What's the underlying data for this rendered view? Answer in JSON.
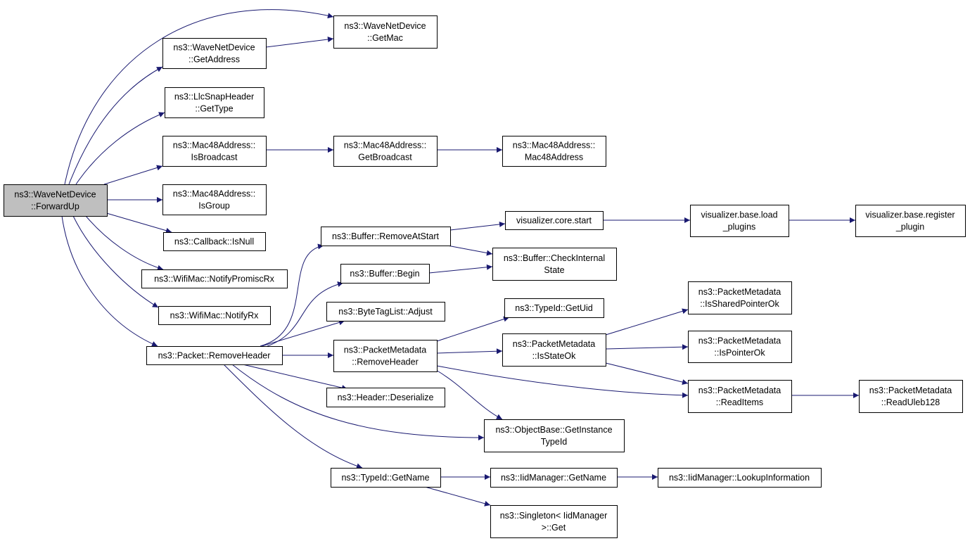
{
  "colors": {
    "edge": "#191970",
    "root_fill": "#bfbfbf",
    "node_fill": "#ffffff",
    "border": "#000000"
  },
  "nodes": {
    "forwardup": [
      "ns3::WaveNetDevice",
      "::ForwardUp"
    ],
    "getmac": [
      "ns3::WaveNetDevice",
      "::GetMac"
    ],
    "getaddress": [
      "ns3::WaveNetDevice",
      "::GetAddress"
    ],
    "llcgettype": [
      "ns3::LlcSnapHeader",
      "::GetType"
    ],
    "isbroadcast": [
      "ns3::Mac48Address::",
      "IsBroadcast"
    ],
    "getbroadcast": [
      "ns3::Mac48Address::",
      "GetBroadcast"
    ],
    "mac48ctor": [
      "ns3::Mac48Address::",
      "Mac48Address"
    ],
    "isgroup": [
      "ns3::Mac48Address::",
      "IsGroup"
    ],
    "isnull": [
      "ns3::Callback::IsNull"
    ],
    "notifypromiscrx": [
      "ns3::WifiMac::NotifyPromiscRx"
    ],
    "notifyrx": [
      "ns3::WifiMac::NotifyRx"
    ],
    "removeheader": [
      "ns3::Packet::RemoveHeader"
    ],
    "removeatstart": [
      "ns3::Buffer::RemoveAtStart"
    ],
    "corestart": [
      "visualizer.core.start"
    ],
    "loadplugins": [
      "visualizer.base.load",
      "_plugins"
    ],
    "registerplugin": [
      "visualizer.base.register",
      "_plugin"
    ],
    "checkinternal": [
      "ns3::Buffer::CheckInternal",
      "State"
    ],
    "bufferbegin": [
      "ns3::Buffer::Begin"
    ],
    "bytetagadjust": [
      "ns3::ByteTagList::Adjust"
    ],
    "pmremoveheader": [
      "ns3::PacketMetadata",
      "::RemoveHeader"
    ],
    "getuid": [
      "ns3::TypeId::GetUid"
    ],
    "isstateok": [
      "ns3::PacketMetadata",
      "::IsStateOk"
    ],
    "issharedptr": [
      "ns3::PacketMetadata",
      "::IsSharedPointerOk"
    ],
    "ispointerok": [
      "ns3::PacketMetadata",
      "::IsPointerOk"
    ],
    "readitems": [
      "ns3::PacketMetadata",
      "::ReadItems"
    ],
    "readuleb": [
      "ns3::PacketMetadata",
      "::ReadUleb128"
    ],
    "deserialize": [
      "ns3::Header::Deserialize"
    ],
    "getinstancetypeid": [
      "ns3::ObjectBase::GetInstance",
      "TypeId"
    ],
    "typeidgetname": [
      "ns3::TypeId::GetName"
    ],
    "iidgetname": [
      "ns3::IidManager::GetName"
    ],
    "lookupinfo": [
      "ns3::IidManager::LookupInformation"
    ],
    "singletonget": [
      "ns3::Singleton< IidManager",
      ">::Get"
    ]
  }
}
